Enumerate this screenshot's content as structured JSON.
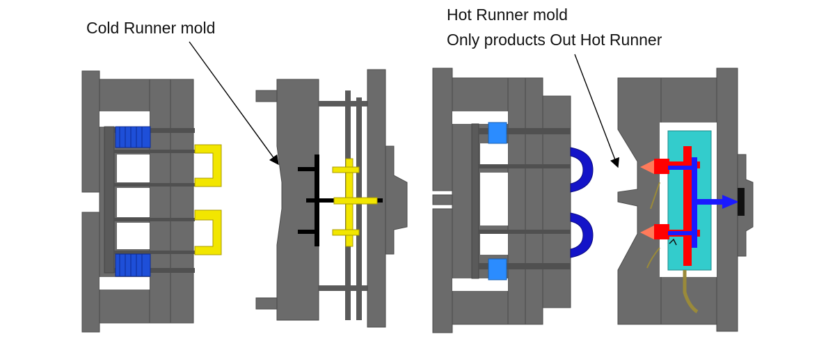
{
  "labels": {
    "cold_runner": "Cold Runner mold",
    "hot_runner_title": "Hot Runner mold",
    "hot_runner_subtitle": "Only products Out Hot Runner"
  },
  "colors": {
    "mold_steel": "#6b6b6b",
    "mold_outline": "#4a4a4a",
    "runner_rod": "#555555",
    "cold_runner_plastic": "#f2e600",
    "ejected_parts": "#1414c8",
    "springs": "#1e4fd8",
    "hot_manifold": "#33cccc",
    "hot_runner_channel": "#ff0000",
    "melt_flow": "#1a1aff",
    "nozzle_tip": "#ff7a5a",
    "guide_bushing": "#2b8cff",
    "wiring": "#9a8a3a",
    "frozen_runner": "#000000",
    "background": "#ffffff"
  }
}
